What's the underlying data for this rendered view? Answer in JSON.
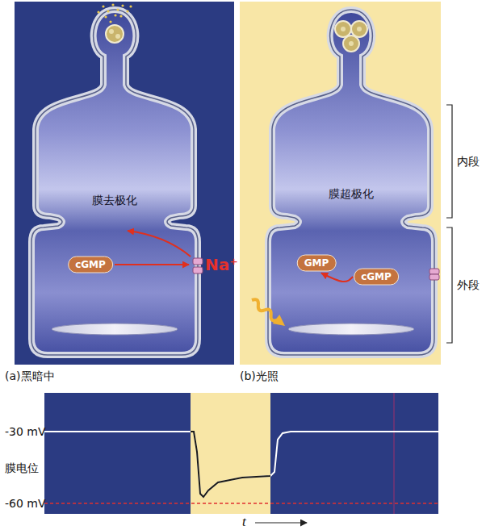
{
  "diagram": {
    "nodes": [
      {
        "text": [
          "膜去极化"
        ]
      },
      {
        "text": [
          "cGMP"
        ],
        "in": 0
      },
      {
        "text": [
          "膜超极化"
        ]
      },
      {
        "text": [
          "GMP"
        ],
        "in": 2
      },
      {
        "text": [
          "cGMP"
        ],
        "in": 2
      }
    ],
    "edges": [
      {
        "from": 4,
        "to": 3,
        "arrow": "to"
      }
    ],
    "labels": [
      "Na⁺",
      "内段",
      "外段",
      "(a)黑暗中",
      "(b)光照",
      "-30 mV",
      "膜电位",
      "-60 mV",
      "t"
    ]
  }
}
